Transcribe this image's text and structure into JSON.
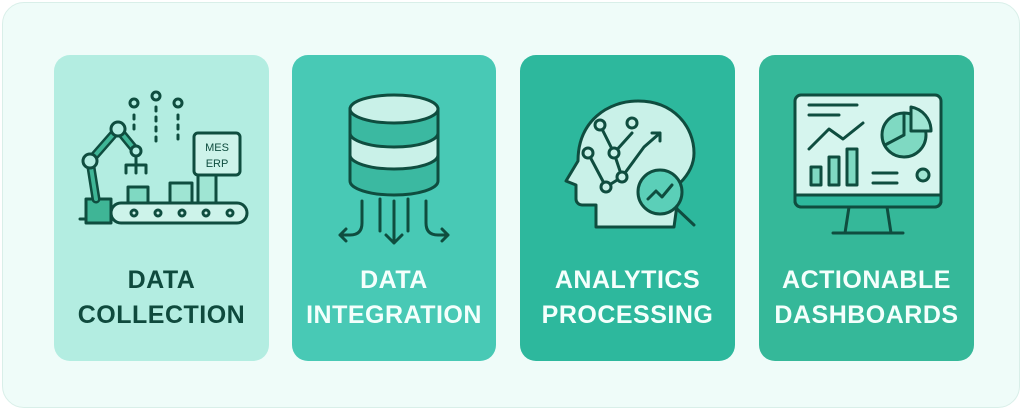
{
  "cards": [
    {
      "title_line1": "DATA",
      "title_line2": "COLLECTION",
      "icon": "robot-arm-conveyor-icon",
      "bg": "#b3ede1",
      "icon_text": [
        "MES",
        "ERP"
      ]
    },
    {
      "title_line1": "DATA",
      "title_line2": "INTEGRATION",
      "icon": "database-icon",
      "bg": "#48c9b5"
    },
    {
      "title_line1": "ANALYTICS",
      "title_line2": "PROCESSING",
      "icon": "head-analytics-icon",
      "bg": "#2db89d"
    },
    {
      "title_line1": "ACTIONABLE",
      "title_line2": "DASHBOARDS",
      "icon": "monitor-dashboard-icon",
      "bg": "#35b899"
    }
  ],
  "colors": {
    "stroke": "#0f4d3f",
    "background": "#effcf9"
  }
}
